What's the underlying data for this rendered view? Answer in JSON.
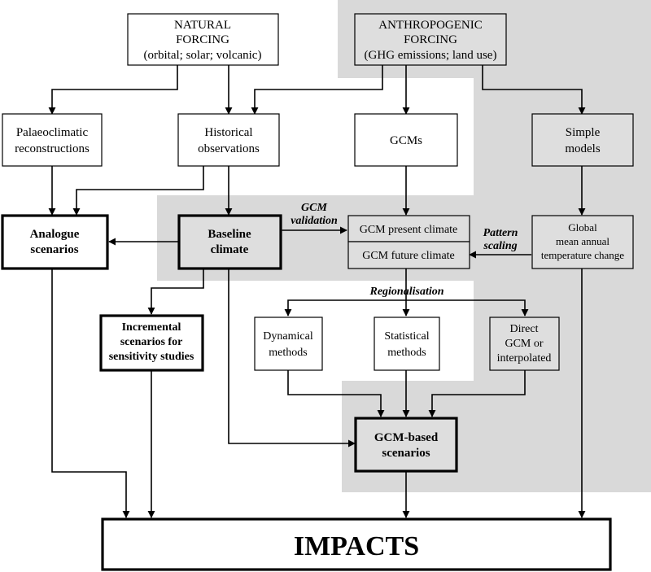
{
  "natural_forcing": {
    "line1": "NATURAL",
    "line2": "FORCING",
    "line3": "(orbital; solar; volcanic)"
  },
  "anthropogenic_forcing": {
    "line1": "ANTHROPOGENIC",
    "line2": "FORCING",
    "line3": "(GHG emissions; land use)"
  },
  "palaeoclimatic": {
    "line1": "Palaeoclimatic",
    "line2": "reconstructions"
  },
  "historical": {
    "line1": "Historical",
    "line2": "observations"
  },
  "gcms": {
    "line1": "GCMs"
  },
  "simple_models": {
    "line1": "Simple",
    "line2": "models"
  },
  "analogue": {
    "line1": "Analogue",
    "line2": "scenarios"
  },
  "baseline": {
    "line1": "Baseline",
    "line2": "climate"
  },
  "gcm_present": {
    "line1": "GCM present climate"
  },
  "gcm_future": {
    "line1": "GCM future climate"
  },
  "global_mean": {
    "line1": "Global",
    "line2": "mean annual",
    "line3": "temperature change"
  },
  "incremental": {
    "line1": "Incremental",
    "line2": "scenarios for",
    "line3": "sensitivity studies"
  },
  "dynamical": {
    "line1": "Dynamical",
    "line2": "methods"
  },
  "statistical": {
    "line1": "Statistical",
    "line2": "methods"
  },
  "direct": {
    "line1": "Direct",
    "line2": "GCM or",
    "line3": "interpolated"
  },
  "gcm_based": {
    "line1": "GCM-based",
    "line2": "scenarios"
  },
  "impacts": {
    "line1": "IMPACTS"
  },
  "labels": {
    "gcm_validation_1": "GCM",
    "gcm_validation_2": "validation",
    "pattern_scaling_1": "Pattern",
    "pattern_scaling_2": "scaling",
    "regionalisation": "Regionalisation"
  },
  "colors": {
    "shade": "#d9d9d9",
    "box_shaded": "#dedede",
    "line": "#000000"
  }
}
